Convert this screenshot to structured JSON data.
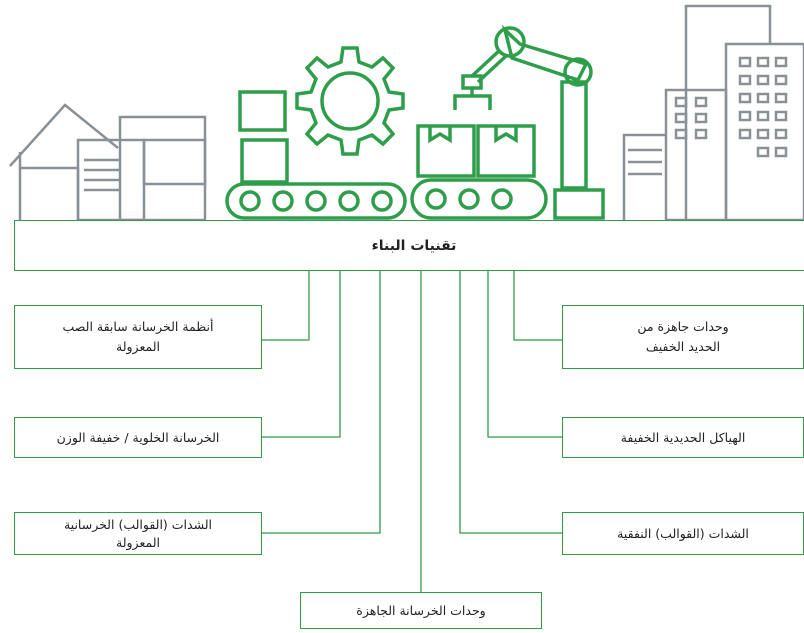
{
  "title": "تقنيات البناء",
  "left_items": [
    {
      "line1": "أنظمة الخرسانة سابقة الصب",
      "line2": "المعزولة"
    },
    {
      "line1": "الخرسانة الخلوية / خفيفة الوزن",
      "line2": ""
    },
    {
      "line1": "الشدات (القوالب) الخرسانية",
      "line2": "المعزولة"
    }
  ],
  "right_items": [
    {
      "line1": "وحدات جاهزة من",
      "line2": "الحديد الخفيف"
    },
    {
      "line1": "الهياكل الحديدية الخفيفة",
      "line2": ""
    },
    {
      "line1": "الشدات (القوالب) النفقية",
      "line2": ""
    }
  ],
  "bottom_item": {
    "line1": "وحدات الخرسانة الجاهزة"
  },
  "colors": {
    "accent": "#2e9e4b",
    "buildings": "#8a9196"
  },
  "icons": [
    "house-icon",
    "gear-icon",
    "conveyor-belt-icon",
    "robotic-arm-icon",
    "crate-icon",
    "city-buildings-icon"
  ]
}
